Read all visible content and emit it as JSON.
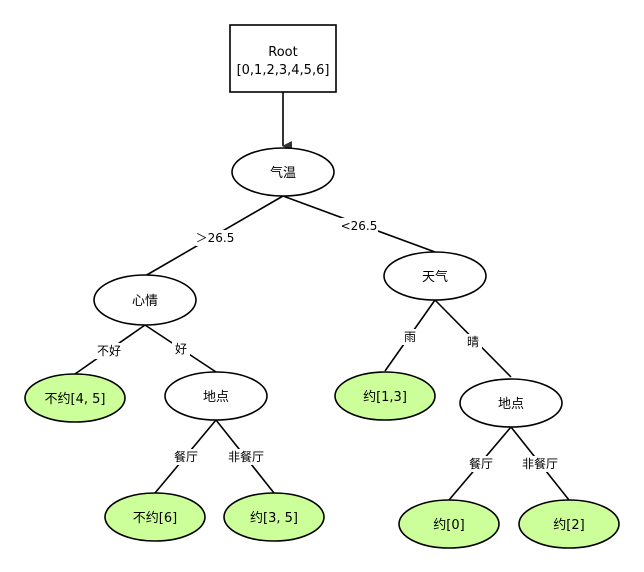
{
  "colors": {
    "internal_fill": "#ffffff",
    "leaf_fill": "#ccff99",
    "stroke": "#000000",
    "arrow": "#333333"
  },
  "nodes": {
    "root": {
      "line1": "Root",
      "line2": "[0,1,2,3,4,5,6]"
    },
    "qiwen": {
      "label": "气温"
    },
    "xinqing": {
      "label": "心情"
    },
    "tianqi": {
      "label": "天气"
    },
    "didian_left": {
      "label": "地点"
    },
    "didian_right": {
      "label": "地点"
    },
    "leaf_buyue_45": {
      "label": "不约[4, 5]"
    },
    "leaf_buyue_6": {
      "label": "不约[6]"
    },
    "leaf_yue_35": {
      "label": "约[3, 5]"
    },
    "leaf_yue_13": {
      "label": "约[1,3]"
    },
    "leaf_yue_0": {
      "label": "约[0]"
    },
    "leaf_yue_2": {
      "label": "约[2]"
    }
  },
  "edges": {
    "gt265": "＞26.5",
    "lt265": "<26.5",
    "bu_hao": "不好",
    "hao": "好",
    "yu": "雨",
    "qing": "晴",
    "canting_left": "餐厅",
    "feicanting_left": "非餐厅",
    "canting_right": "餐厅",
    "feicanting_right": "非餐厅"
  }
}
